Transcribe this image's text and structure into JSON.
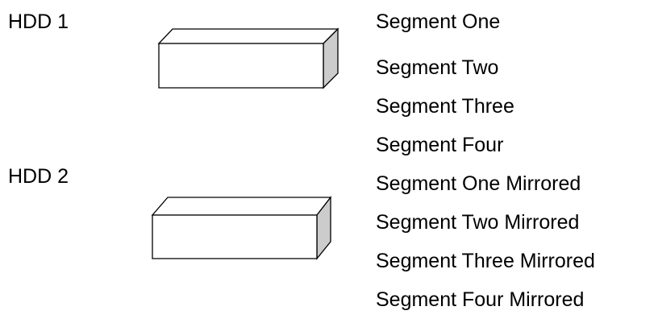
{
  "drives": [
    {
      "label": "HDD 1",
      "face_color": "#ffffff",
      "side_color": "#cccccc",
      "stroke_color": "#000000"
    },
    {
      "label": "HDD 2",
      "face_color": "#ffffff",
      "side_color": "#cccccc",
      "stroke_color": "#000000"
    }
  ],
  "segments": [
    "Segment One",
    "Segment Two",
    "Segment Three",
    "Segment Four",
    "Segment One Mirrored",
    "Segment Two Mirrored",
    "Segment Three Mirrored",
    "Segment Four Mirrored"
  ]
}
